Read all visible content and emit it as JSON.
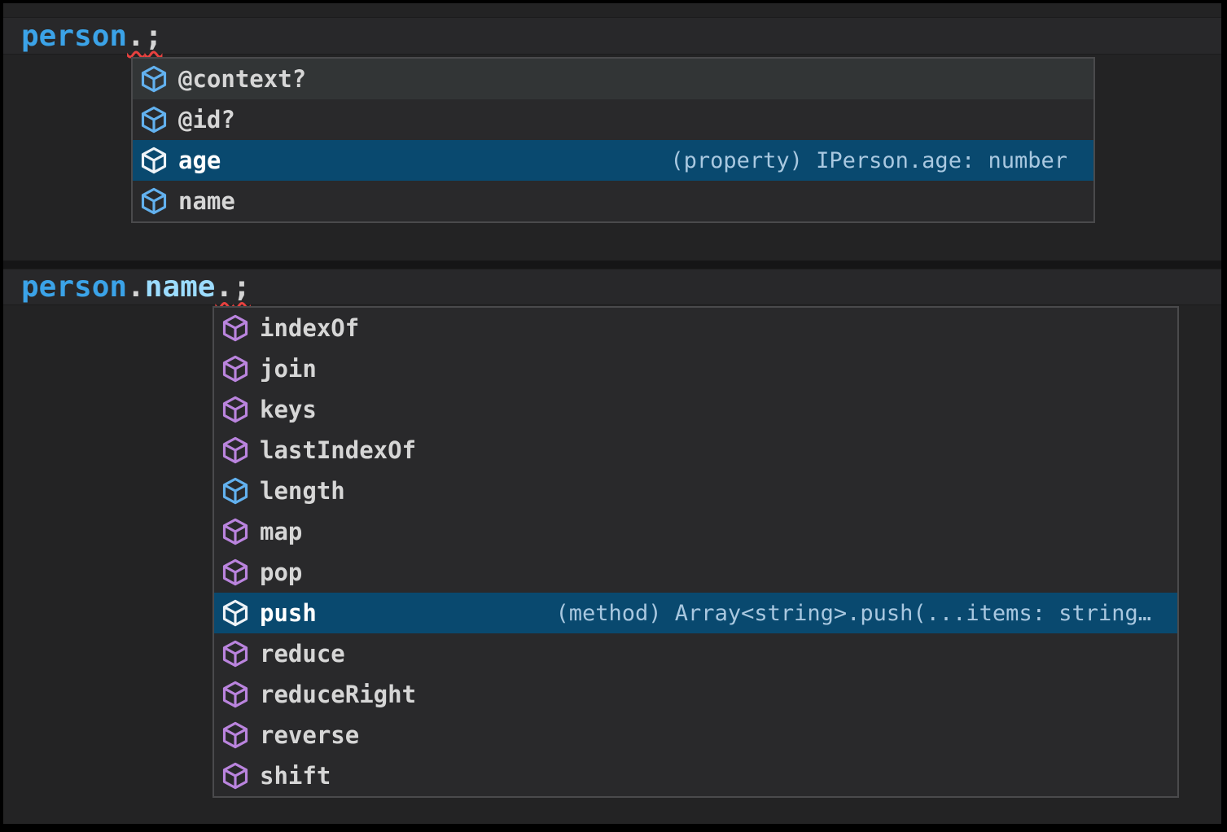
{
  "colors": {
    "editor_background": "#232324",
    "popup_background": "#29292b",
    "popup_border": "#4a4a4c",
    "selection_background": "#09496f",
    "hover_background": "#323536",
    "field_icon": "#62b1ef",
    "method_icon": "#ba84de",
    "variable_token": "#3ba3e8",
    "property_token": "#9cdcfe",
    "punctuation_token": "#d4d4d4",
    "error_squiggle": "#e8413f"
  },
  "editor1": {
    "tokens": [
      "person",
      ".",
      ";"
    ]
  },
  "suggest1": {
    "items": [
      {
        "label": "@context?",
        "kind": "field",
        "hovered": true
      },
      {
        "label": "@id?",
        "kind": "field"
      },
      {
        "label": "age",
        "kind": "field",
        "selected": true,
        "detail": "(property) IPerson.age: number"
      },
      {
        "label": "name",
        "kind": "field"
      }
    ]
  },
  "editor2": {
    "tokens": [
      "person",
      ".",
      "name",
      ".",
      ";"
    ]
  },
  "suggest2": {
    "items": [
      {
        "label": "indexOf",
        "kind": "method"
      },
      {
        "label": "join",
        "kind": "method"
      },
      {
        "label": "keys",
        "kind": "method"
      },
      {
        "label": "lastIndexOf",
        "kind": "method"
      },
      {
        "label": "length",
        "kind": "field"
      },
      {
        "label": "map",
        "kind": "method"
      },
      {
        "label": "pop",
        "kind": "method"
      },
      {
        "label": "push",
        "kind": "method",
        "selected": true,
        "detail": "(method) Array<string>.push(...items: string…"
      },
      {
        "label": "reduce",
        "kind": "method"
      },
      {
        "label": "reduceRight",
        "kind": "method"
      },
      {
        "label": "reverse",
        "kind": "method"
      },
      {
        "label": "shift",
        "kind": "method"
      }
    ]
  }
}
